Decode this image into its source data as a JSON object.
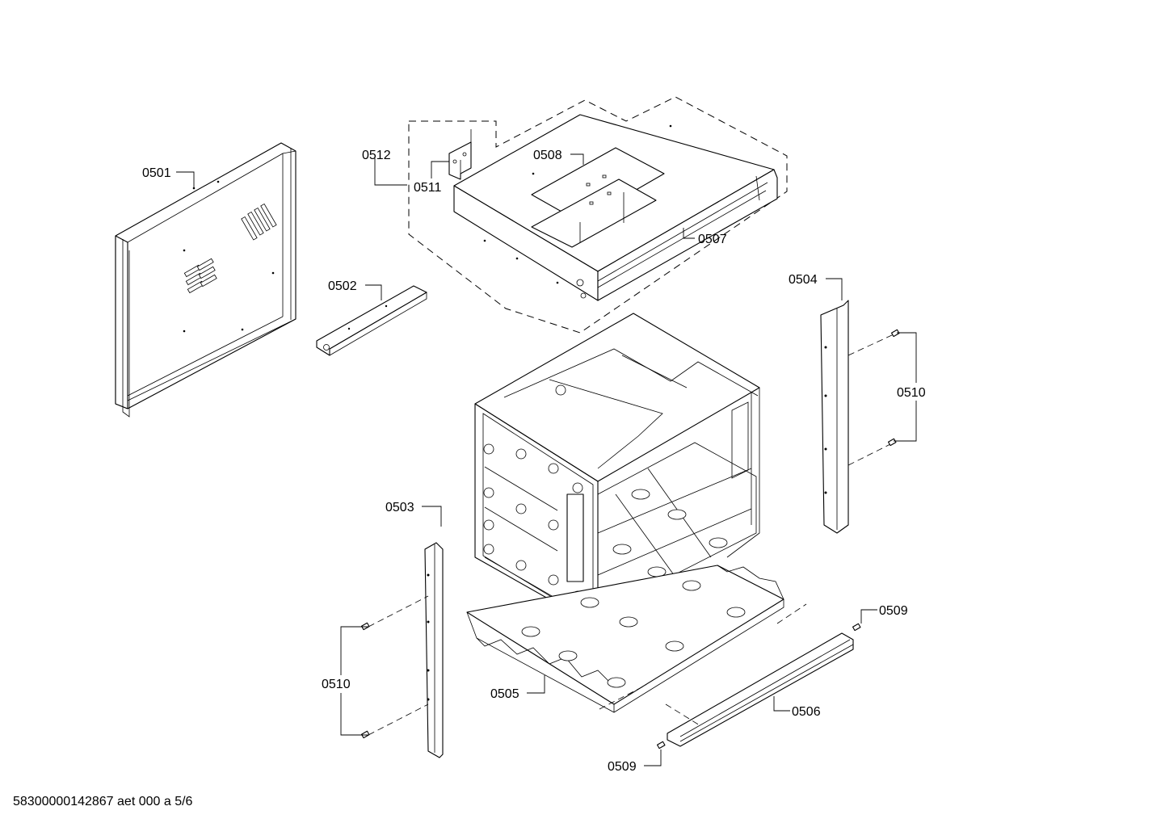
{
  "labels": {
    "p0501": "0501",
    "p0502": "0502",
    "p0503": "0503",
    "p0504": "0504",
    "p0505": "0505",
    "p0506": "0506",
    "p0507": "0507",
    "p0508": "0508",
    "p0509_top": "0509",
    "p0509_bottom": "0509",
    "p0510_left": "0510",
    "p0510_right": "0510",
    "p0511": "0511",
    "p0512": "0512"
  },
  "footer": "58300000142867 aet 000 a 5/6"
}
